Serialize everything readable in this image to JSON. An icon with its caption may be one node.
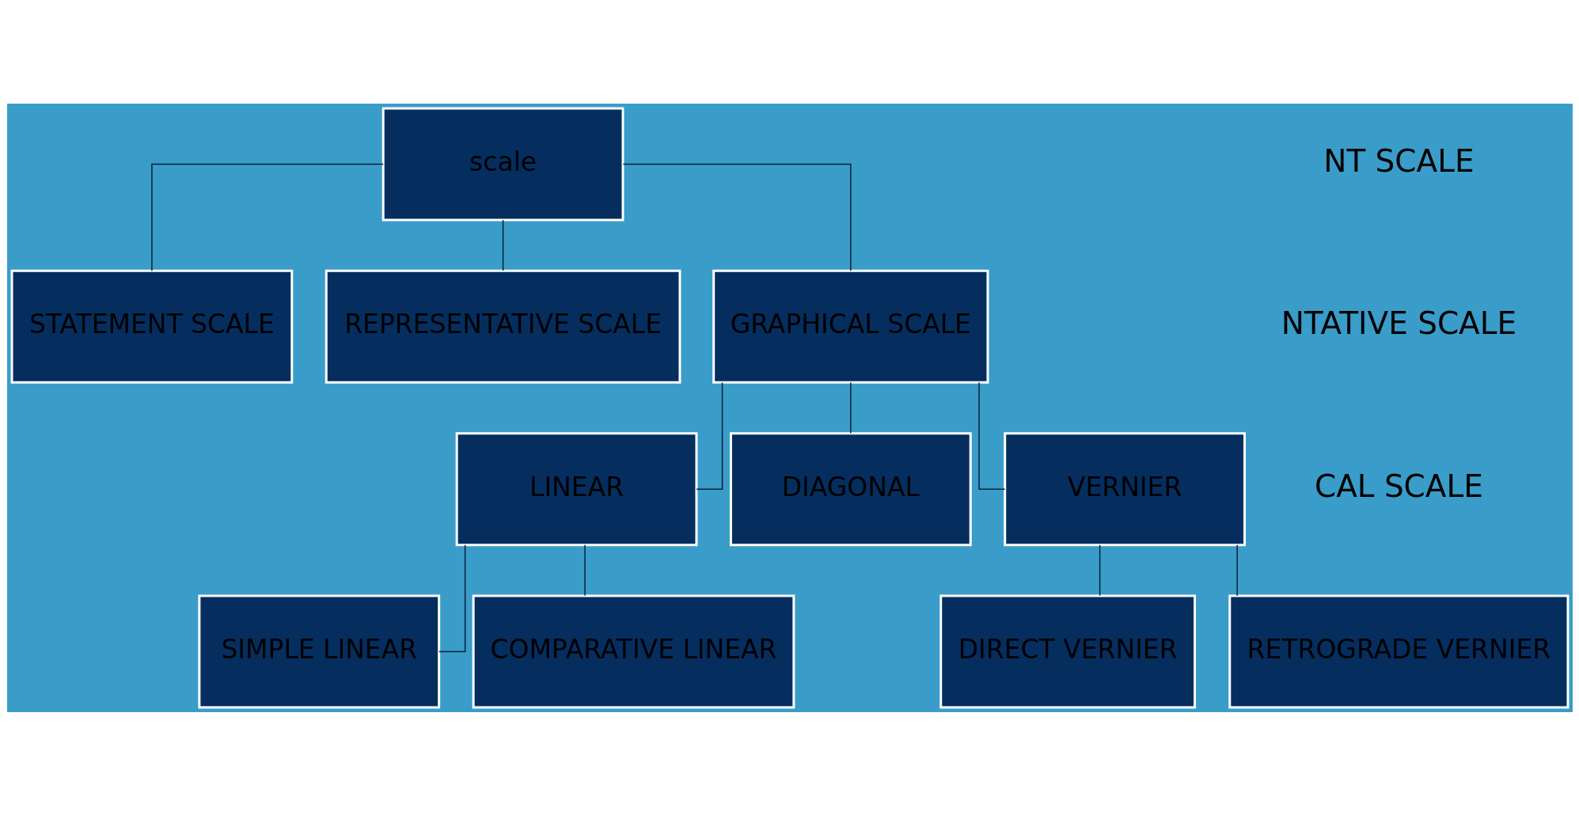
{
  "diagram": {
    "nodes": [
      {
        "text": [
          "scale"
        ]
      },
      {
        "text": [
          "STATEMENT SCALE"
        ]
      },
      {
        "text": [
          "REPRESENTATIVE SCALE"
        ]
      },
      {
        "text": [
          "GRAPHICAL SCALE"
        ]
      },
      {
        "text": [
          "LINEAR"
        ]
      },
      {
        "text": [
          "DIAGONAL"
        ]
      },
      {
        "text": [
          "VERNIER"
        ]
      },
      {
        "text": [
          "SIMPLE LINEAR"
        ]
      },
      {
        "text": [
          "COMPARATIVE LINEAR"
        ]
      },
      {
        "text": [
          "DIRECT VERNIER"
        ]
      },
      {
        "text": [
          "RETROGRADE VERNIER"
        ]
      }
    ],
    "edges": [
      {
        "from": 0,
        "to": 1,
        "arrow": "none"
      },
      {
        "from": 0,
        "to": 2,
        "arrow": "none"
      },
      {
        "from": 0,
        "to": 3,
        "arrow": "none"
      },
      {
        "from": 3,
        "to": 4,
        "arrow": "none"
      },
      {
        "from": 3,
        "to": 5,
        "arrow": "none"
      },
      {
        "from": 3,
        "to": 6,
        "arrow": "none"
      },
      {
        "from": 4,
        "to": 7,
        "arrow": "none"
      },
      {
        "from": 4,
        "to": 8,
        "arrow": "none"
      },
      {
        "from": 6,
        "to": 9,
        "arrow": "none"
      },
      {
        "from": 6,
        "to": 10,
        "arrow": "none"
      }
    ],
    "labels": [
      "NT SCALE",
      "NTATIVE SCALE",
      "CAL SCALE"
    ]
  }
}
